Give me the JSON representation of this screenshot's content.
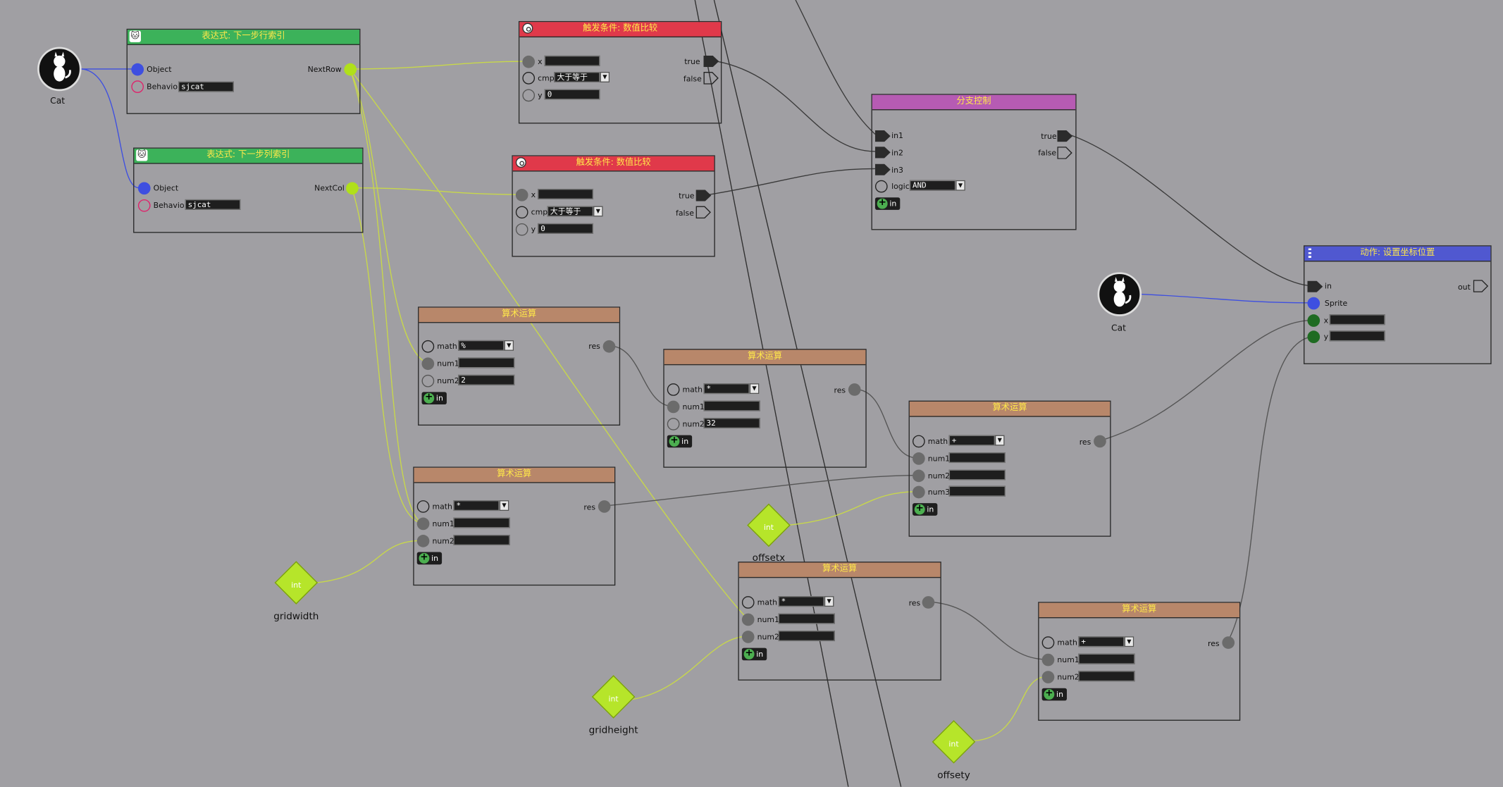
{
  "nodes": {
    "expr_row": {
      "title": "表达式: 下一步行索引",
      "object": "Object",
      "behavior": "Behavior",
      "behavior_value": "sjcat",
      "output": "NextRow"
    },
    "expr_col": {
      "title": "表达式: 下一步列索引",
      "object": "Object",
      "behavior": "Behavior",
      "behavior_value": "sjcat",
      "output": "NextCol"
    },
    "trigger_1": {
      "title": "触发条件: 数值比较",
      "x": "x",
      "cmp": "cmp",
      "cmp_value": "大于等于",
      "y": "y",
      "y_value": "0",
      "true_label": "true",
      "false_label": "false"
    },
    "trigger_2": {
      "title": "触发条件: 数值比较",
      "x": "x",
      "cmp": "cmp",
      "cmp_value": "大于等于",
      "y": "y",
      "y_value": "0",
      "true_label": "true",
      "false_label": "false"
    },
    "branch": {
      "title": "分支控制",
      "in1": "in1",
      "in2": "in2",
      "in3": "in3",
      "logic": "logic",
      "logic_value": "AND",
      "true_label": "true",
      "false_label": "false",
      "add_in": "in"
    },
    "action": {
      "title": "动作: 设置坐标位置",
      "in": "in",
      "sprite": "Sprite",
      "x": "x",
      "y": "y",
      "out": "out"
    },
    "math_1": {
      "title": "算术运算",
      "math": "math",
      "math_value": "%",
      "num1": "num1",
      "num2": "num2",
      "num2_value": "2",
      "res": "res",
      "add_in": "in"
    },
    "math_2": {
      "title": "算术运算",
      "math": "math",
      "math_value": "*",
      "num1": "num1",
      "num2": "num2",
      "num2_value": "",
      "res": "res",
      "add_in": "in"
    },
    "math_3": {
      "title": "算术运算",
      "math": "math",
      "math_value": "*",
      "num1": "num1",
      "num2": "num2",
      "num2_value": "32",
      "res": "res",
      "add_in": "in"
    },
    "math_4": {
      "title": "算术运算",
      "math": "math",
      "math_value": "+",
      "num1": "num1",
      "num2": "num2",
      "num3": "num3",
      "res": "res",
      "add_in": "in"
    },
    "math_5": {
      "title": "算术运算",
      "math": "math",
      "math_value": "*",
      "num1": "num1",
      "num2": "num2",
      "num2_value": "",
      "res": "res",
      "add_in": "in"
    },
    "math_6": {
      "title": "算术运算",
      "math": "math",
      "math_value": "+",
      "num1": "num1",
      "num2": "num2",
      "num2_value": "",
      "res": "res",
      "add_in": "in"
    }
  },
  "objects": {
    "cat_1": {
      "label": "Cat"
    },
    "cat_2": {
      "label": "Cat"
    }
  },
  "variables": {
    "gridwidth": {
      "type": "int",
      "label": "gridwidth"
    },
    "gridheight": {
      "type": "int",
      "label": "gridheight"
    },
    "offsetx": {
      "type": "int",
      "label": "offsetx"
    },
    "offsety": {
      "type": "int",
      "label": "offsety"
    }
  },
  "colors": {
    "background": "#a09fa3",
    "expression_header": "#3cb25a",
    "trigger_header": "#e0394a",
    "branch_header": "#b65bb3",
    "math_header": "#b8876a",
    "action_header": "#5058d0",
    "header_text": "#ffe84a",
    "number_wire": "#c8d84a",
    "object_wire": "#3e4fe0",
    "exec_wire": "#3a3a3a"
  }
}
